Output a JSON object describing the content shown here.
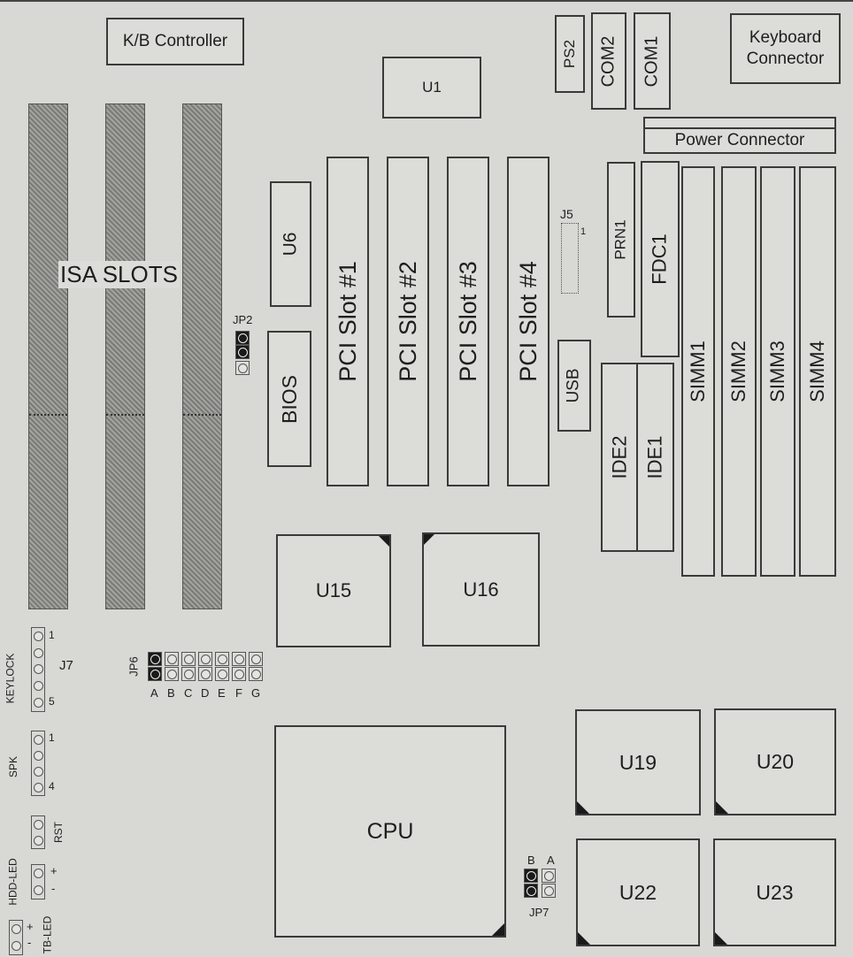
{
  "components": {
    "kb_controller": "K/B Controller",
    "u1": "U1",
    "ps2": "PS2",
    "com2": "COM2",
    "com1": "COM1",
    "keyboard_connector_line1": "Keyboard",
    "keyboard_connector_line2": "Connector",
    "power_connector": "Power Connector",
    "isa_slots": "ISA SLOTS",
    "u6": "U6",
    "bios": "BIOS",
    "jp2": "JP2",
    "pci1": "PCI Slot #1",
    "pci2": "PCI Slot #2",
    "pci3": "PCI Slot #3",
    "pci4": "PCI Slot #4",
    "j5": "J5",
    "j5_pin1": "1",
    "usb": "USB",
    "prn1": "PRN1",
    "fdc1": "FDC1",
    "ide2": "IDE2",
    "ide1": "IDE1",
    "simm1": "SIMM1",
    "simm2": "SIMM2",
    "simm3": "SIMM3",
    "simm4": "SIMM4",
    "u15": "U15",
    "u16": "U16",
    "u19": "U19",
    "u20": "U20",
    "u22": "U22",
    "u23": "U23",
    "cpu": "CPU",
    "jp7": "JP7",
    "jp7_b": "B",
    "jp7_a": "A"
  },
  "front_panel": {
    "j7": "J7",
    "keylock": "KEYLOCK",
    "keylock_pin1": "1",
    "keylock_pin5": "5",
    "spk": "SPK",
    "spk_pin1": "1",
    "spk_pin4": "4",
    "rst": "RST",
    "hdd_led": "HDD-LED",
    "hdd_plus": "+",
    "hdd_minus": "-",
    "tb_led": "TB-LED",
    "tb_plus": "+",
    "tb_minus": "-"
  },
  "jp6": {
    "label": "JP6",
    "columns": [
      "A",
      "B",
      "C",
      "D",
      "E",
      "F",
      "G"
    ]
  }
}
